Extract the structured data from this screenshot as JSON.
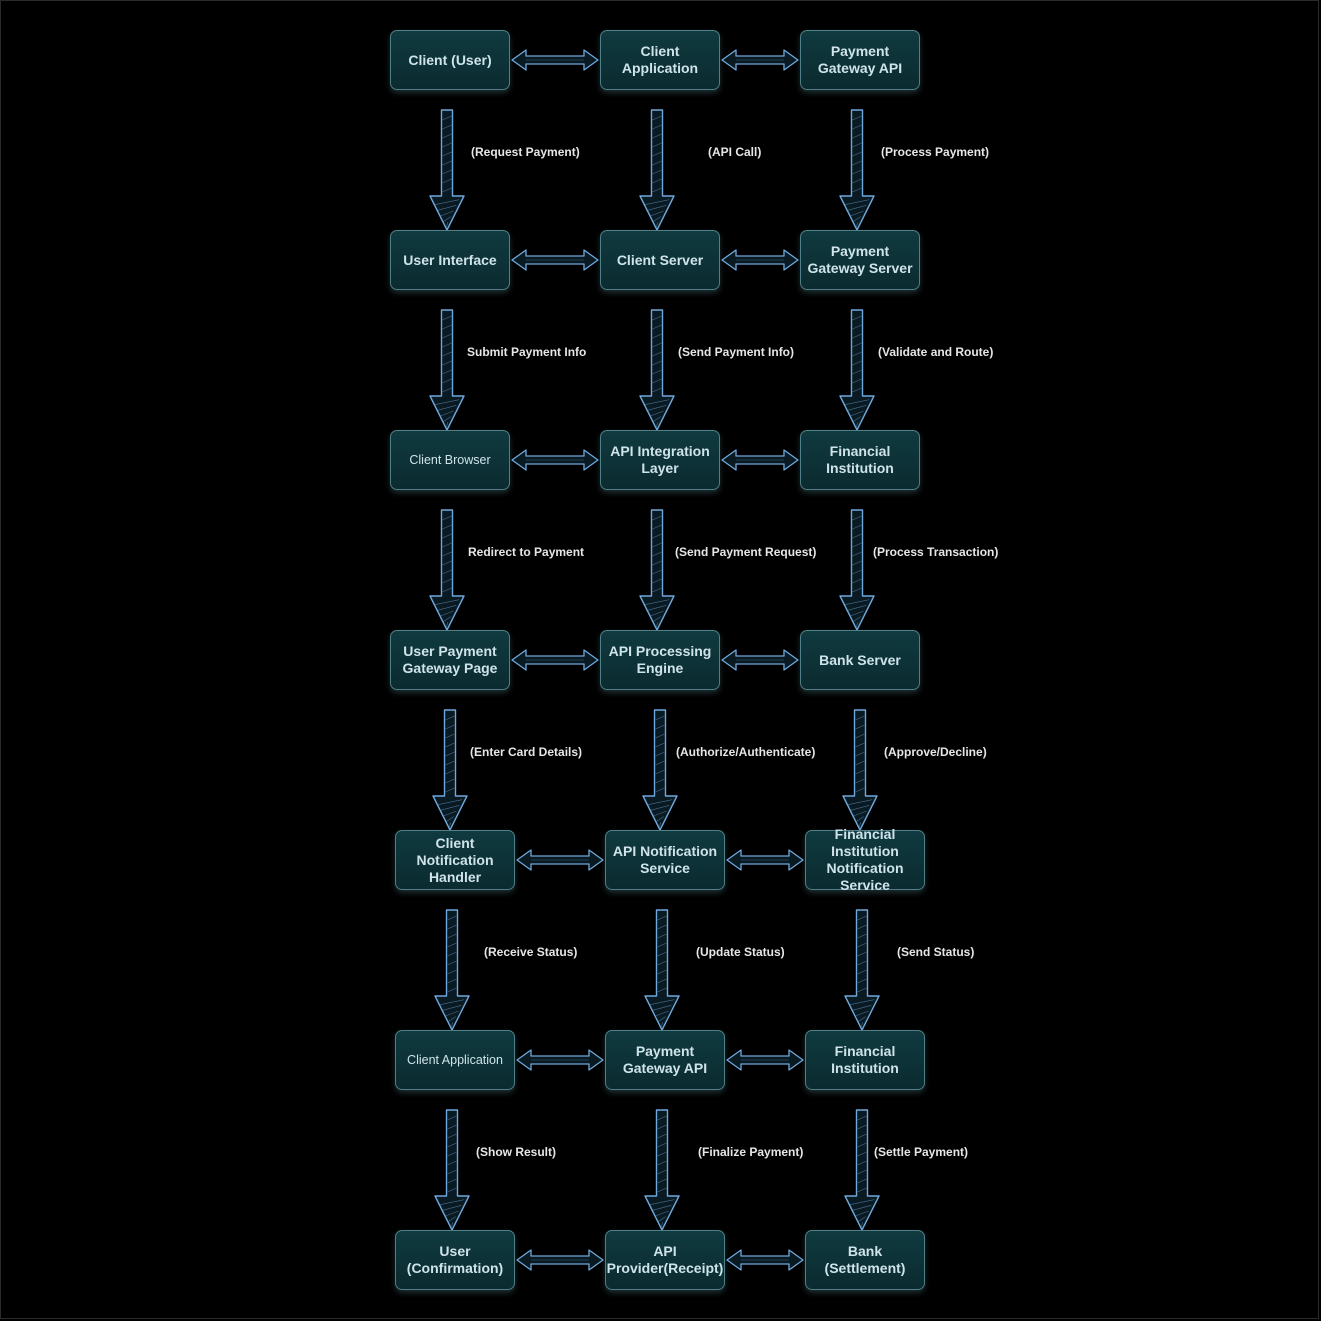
{
  "colors": {
    "background": "#000000",
    "node_fill": "#0f3a3f",
    "node_border": "#4f7f88",
    "arrow": "#6fa8dc",
    "text": "#cfe3ea"
  },
  "rows": [
    {
      "nodes": [
        "Client (User)",
        "Client\nApplication",
        "Payment\nGateway API"
      ],
      "labels": [
        "(Request Payment)",
        "(API Call)",
        "(Process Payment)"
      ]
    },
    {
      "nodes": [
        "User Interface",
        "Client Server",
        "Payment\nGateway Server"
      ],
      "labels": [
        "Submit Payment Info",
        "(Send Payment Info)",
        "(Validate and Route)"
      ]
    },
    {
      "nodes": [
        "Client Browser",
        "API Integration\nLayer",
        "Financial\nInstitution"
      ],
      "labels": [
        "Redirect to Payment",
        "(Send Payment Request)",
        "(Process Transaction)"
      ]
    },
    {
      "nodes": [
        "User Payment\nGateway Page",
        "API Processing\nEngine",
        "Bank Server"
      ],
      "labels": [
        "(Enter Card Details)",
        "(Authorize/Authenticate)",
        "(Approve/Decline)"
      ]
    },
    {
      "nodes": [
        "Client\nNotification\nHandler",
        "API Notification\nService",
        "Financial\nInstitution\nNotification\nService"
      ],
      "labels": [
        "(Receive Status)",
        "(Update Status)",
        "(Send Status)"
      ]
    },
    {
      "nodes": [
        "Client Application",
        "Payment\nGateway API",
        "Financial\nInstitution"
      ],
      "labels": [
        "(Show Result)",
        "(Finalize Payment)",
        "(Settle Payment)"
      ]
    },
    {
      "nodes": [
        "User\n(Confirmation)",
        "API\nProvider(Receipt)",
        "Bank\n(Settlement)"
      ],
      "labels": []
    }
  ]
}
